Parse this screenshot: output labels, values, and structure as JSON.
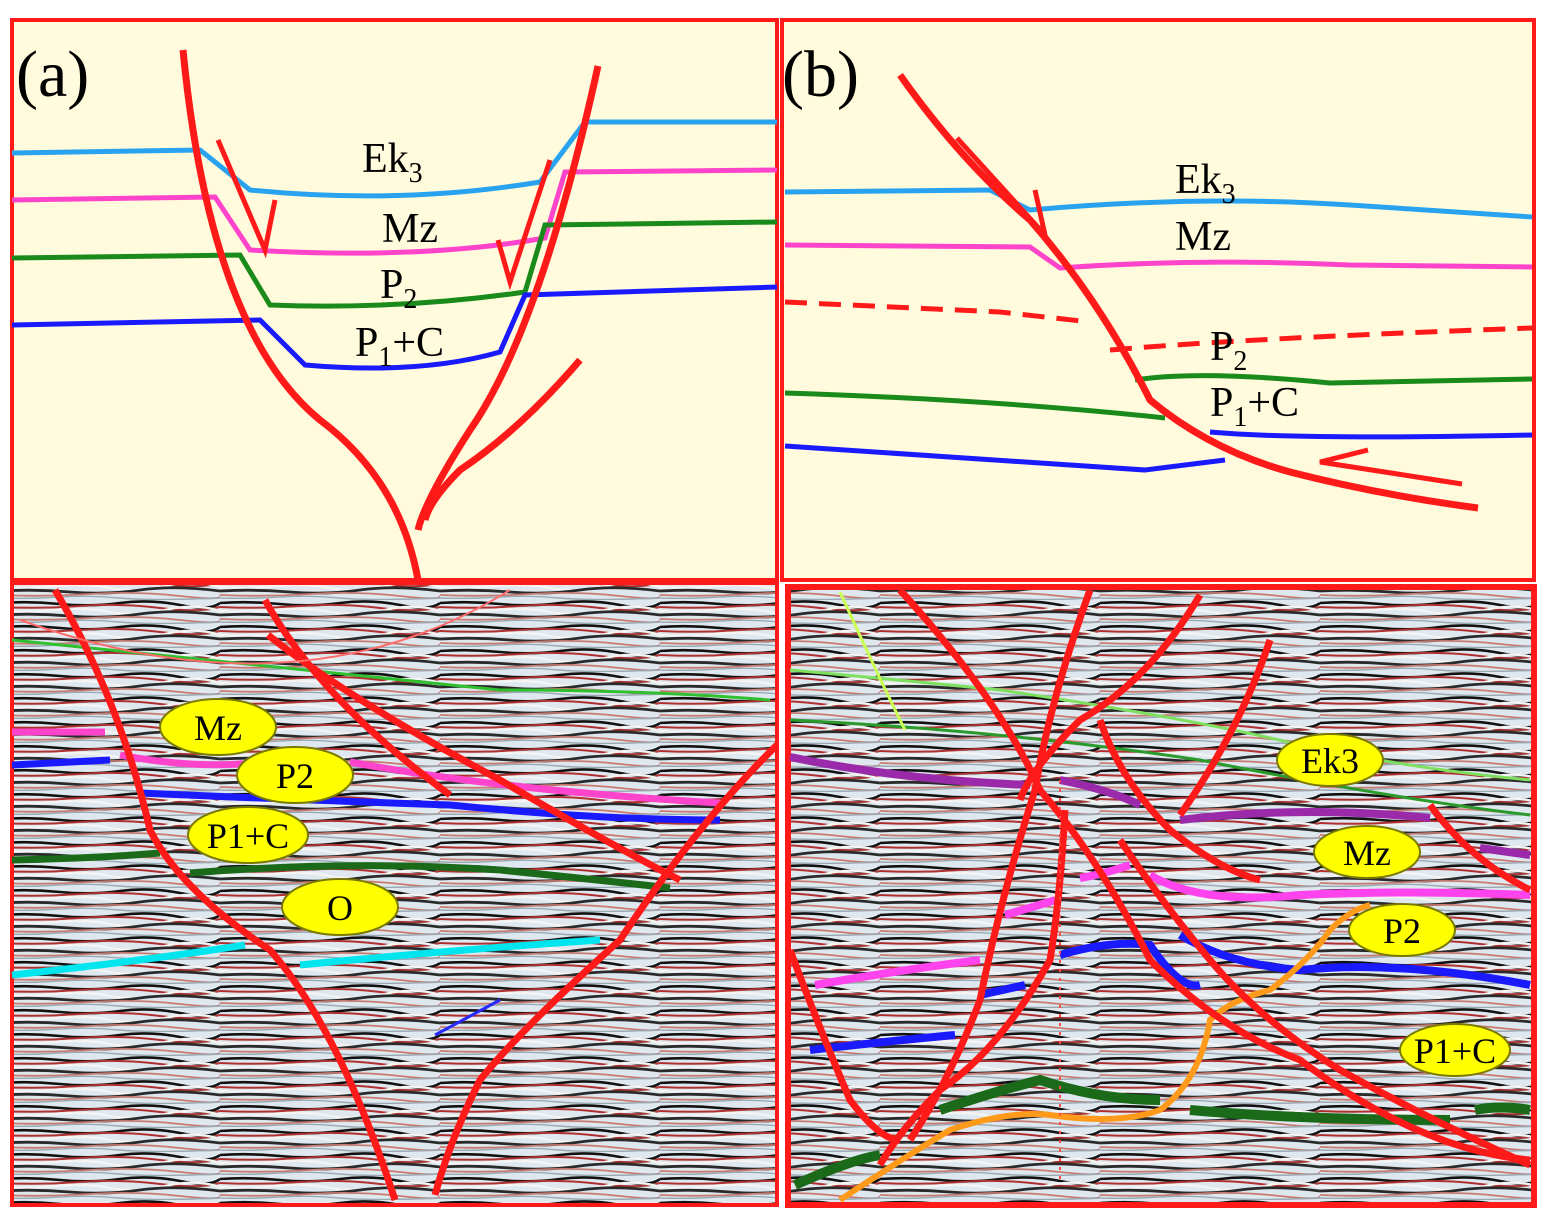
{
  "panels": {
    "a": {
      "label": "(a)"
    },
    "b": {
      "label": "(b)"
    }
  },
  "sketch_a": {
    "labels": [
      {
        "main": "Ek",
        "sub": "3"
      },
      {
        "main": "Mz",
        "sub": ""
      },
      {
        "main": "P",
        "sub": "2"
      },
      {
        "main": "P",
        "sub": "1",
        "suffix": "+C"
      }
    ]
  },
  "sketch_b": {
    "labels": [
      {
        "main": "Ek",
        "sub": "3"
      },
      {
        "main": "Mz",
        "sub": ""
      },
      {
        "main": "P",
        "sub": "2"
      },
      {
        "main": "P",
        "sub": "1",
        "suffix": "+C"
      }
    ]
  },
  "seismic_a": {
    "badges": [
      "Mz",
      "P2",
      "P1+C",
      "O"
    ]
  },
  "seismic_b": {
    "badges": [
      "Ek3",
      "Mz",
      "P2",
      "P1+C"
    ]
  },
  "colors": {
    "frame": "#ff1a1a",
    "sketch_bg": "#fffbdc",
    "fault": "#ff1a1a",
    "ek3": "#29a3ef",
    "mz": "#ff44cc",
    "p2": "#1a8a1a",
    "p1c": "#1a1aff",
    "o": "#00e5ee",
    "badge": "#ffff00",
    "orange_horizon": "#ff9a1a"
  }
}
